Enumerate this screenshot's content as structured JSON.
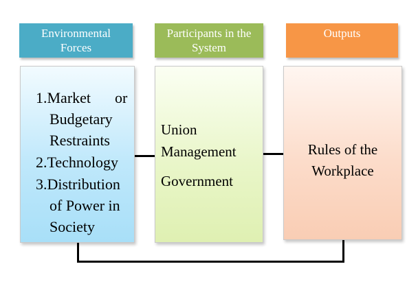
{
  "headers": {
    "environmental": {
      "line1": "Environmental",
      "line2": "Forces"
    },
    "participants": {
      "line1": "Participants in the",
      "line2": "System"
    },
    "outputs": {
      "line1": "Outputs"
    }
  },
  "environmental_box": {
    "item1_prefix": "1.Market",
    "item1_or": "or",
    "item1_line2": "Budgetary",
    "item1_line3": "Restraints",
    "item2": "2.Technology",
    "item3_line1": "3.Distribution",
    "item3_line2": "of Power in",
    "item3_line3": "Society"
  },
  "participants_box": {
    "item1": "Union",
    "item2": "Management",
    "item3": "Government"
  },
  "outputs_box": {
    "line1": "Rules of the",
    "line2": "Workplace"
  },
  "colors": {
    "environmental_header": "#4bacc6",
    "participants_header": "#9bbb59",
    "outputs_header": "#f79646",
    "connector": "#000000"
  }
}
